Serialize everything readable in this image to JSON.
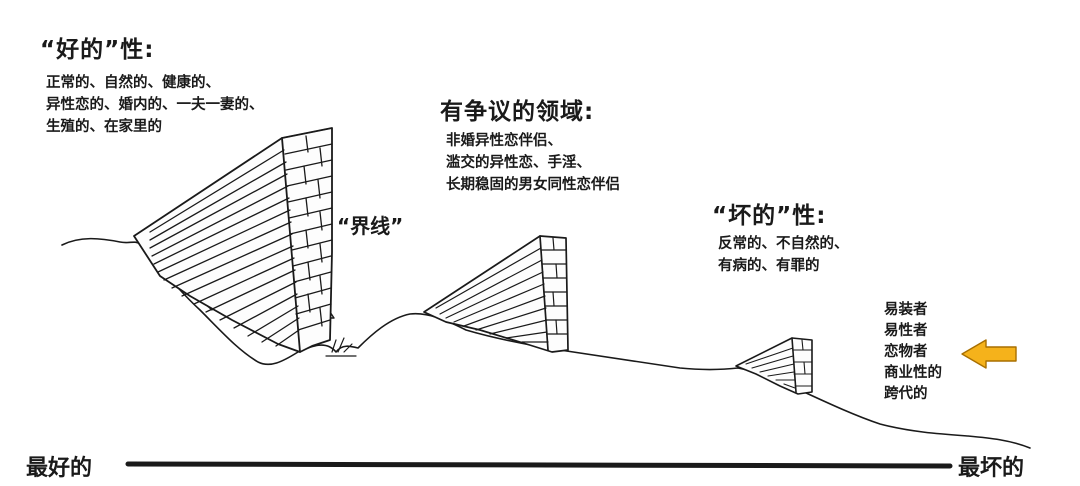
{
  "good": {
    "title": "“好的”性:",
    "lines": [
      "正常的、自然的、健康的、",
      "异性恋的、婚内的、一夫一妻的、",
      "生殖的、在家里的"
    ]
  },
  "contested": {
    "title": "有争议的领域:",
    "lines": [
      "非婚异性恋伴侣、",
      "滥交的异性恋、手淫、",
      "长期稳固的男女同性恋伴侣"
    ]
  },
  "boundary_label": "“界线”",
  "bad": {
    "title": "“坏的”性:",
    "lines": [
      "反常的、不自然的、",
      "有病的、有罪的"
    ]
  },
  "groups": [
    "易装者",
    "易性者",
    "恋物者",
    "商业性的",
    "跨代的"
  ],
  "axis": {
    "left_label": "最好的",
    "right_label": "最坏的"
  },
  "colors": {
    "ink": "#1a1a1a",
    "arrow": "#f5b21b",
    "arrow_edge": "#a86f00"
  },
  "icons": {
    "arrow": "arrow-left-icon"
  }
}
